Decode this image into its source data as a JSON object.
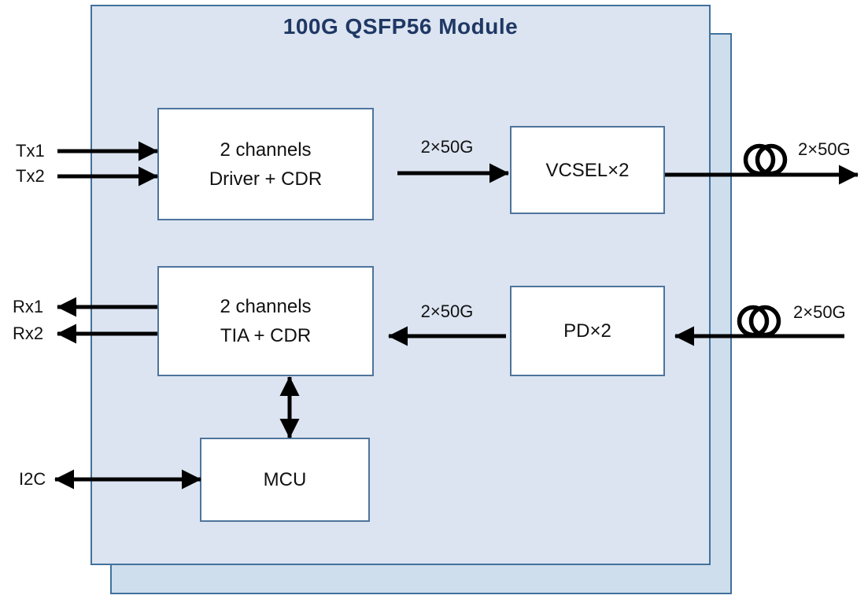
{
  "title": "100G QSFP56 Module",
  "blocks": {
    "driver": {
      "line1": "2 channels",
      "line2": "Driver + CDR"
    },
    "vcsel": {
      "label": "VCSEL×2"
    },
    "tia": {
      "line1": "2 channels",
      "line2": "TIA + CDR"
    },
    "pd": {
      "label": "PD×2"
    },
    "mcu": {
      "label": "MCU"
    }
  },
  "ports": {
    "tx1": "Tx1",
    "tx2": "Tx2",
    "rx1": "Rx1",
    "rx2": "Rx2",
    "i2c": "I2C"
  },
  "rates": {
    "tx_internal": "2×50G",
    "tx_fiber": "2×50G",
    "rx_internal": "2×50G",
    "rx_fiber": "2×50G"
  },
  "icons": {
    "fiber_coil_tx": "fiber-coil",
    "fiber_coil_rx": "fiber-coil"
  },
  "colors": {
    "panel_front_fill": "#dce4f1",
    "panel_back_fill": "#cfdeec",
    "panel_border": "#41719c",
    "block_border": "#4e749c",
    "block_fill": "#ffffff",
    "title_text": "#1f3864",
    "body_text": "#111111",
    "arrow": "#000000"
  }
}
